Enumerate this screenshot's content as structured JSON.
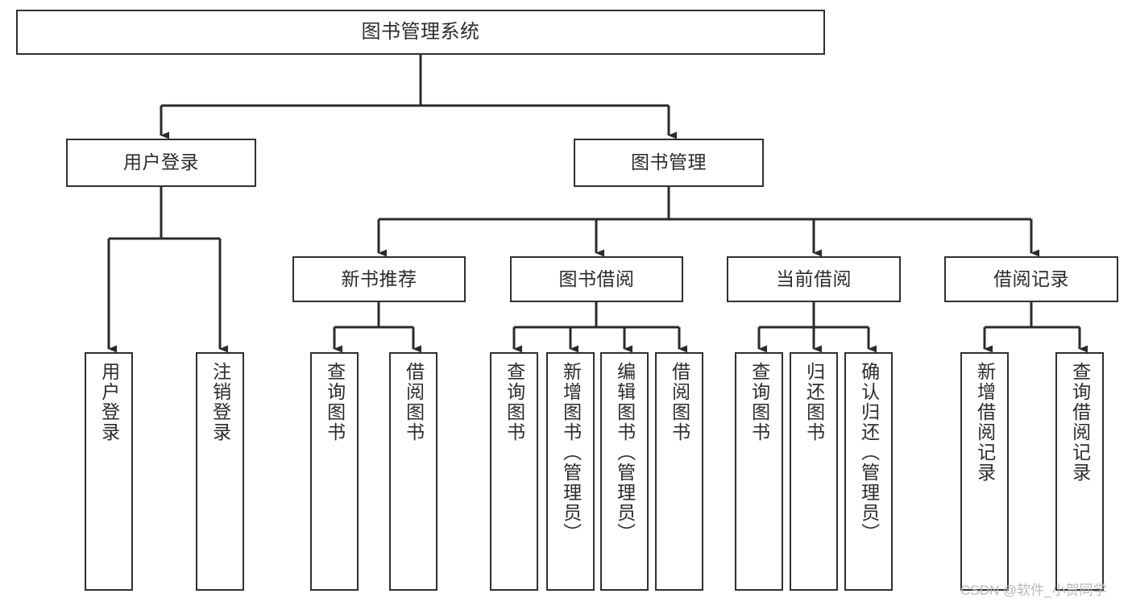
{
  "diagram": {
    "title": "图书管理系统",
    "type": "tree-hierarchy-chart",
    "colors": {
      "box_border": "#30302f",
      "box_fill": "#ffffff",
      "edge": "#2b2b2b",
      "text": "#2b2b2b",
      "watermark": "#b9b9b9",
      "background": "#ffffff"
    }
  },
  "watermark": {
    "text": "CSDN @软件_小贺同学"
  },
  "nodes": {
    "root": {
      "label": "图书管理系统"
    },
    "level2": [
      {
        "label": "用户登录"
      },
      {
        "label": "图书管理"
      }
    ],
    "level3": [
      {
        "label": "新书推荐"
      },
      {
        "label": "图书借阅"
      },
      {
        "label": "当前借阅"
      },
      {
        "label": "借阅记录"
      }
    ],
    "leaves": {
      "user_login": [
        {
          "label": "用户登录"
        },
        {
          "label": "注销登录"
        }
      ],
      "new_book_recommend": [
        {
          "label": "查询图书"
        },
        {
          "label": "借阅图书"
        }
      ],
      "book_borrow": [
        {
          "label": "查询图书"
        },
        {
          "label": "新增图书（管理员）"
        },
        {
          "label": "编辑图书（管理员）"
        },
        {
          "label": "借阅图书"
        }
      ],
      "current_borrow": [
        {
          "label": "查询图书"
        },
        {
          "label": "归还图书"
        },
        {
          "label": "确认归还（管理员）"
        }
      ],
      "borrow_record": [
        {
          "label": "新增借阅记录"
        },
        {
          "label": "查询借阅记录"
        }
      ]
    }
  }
}
